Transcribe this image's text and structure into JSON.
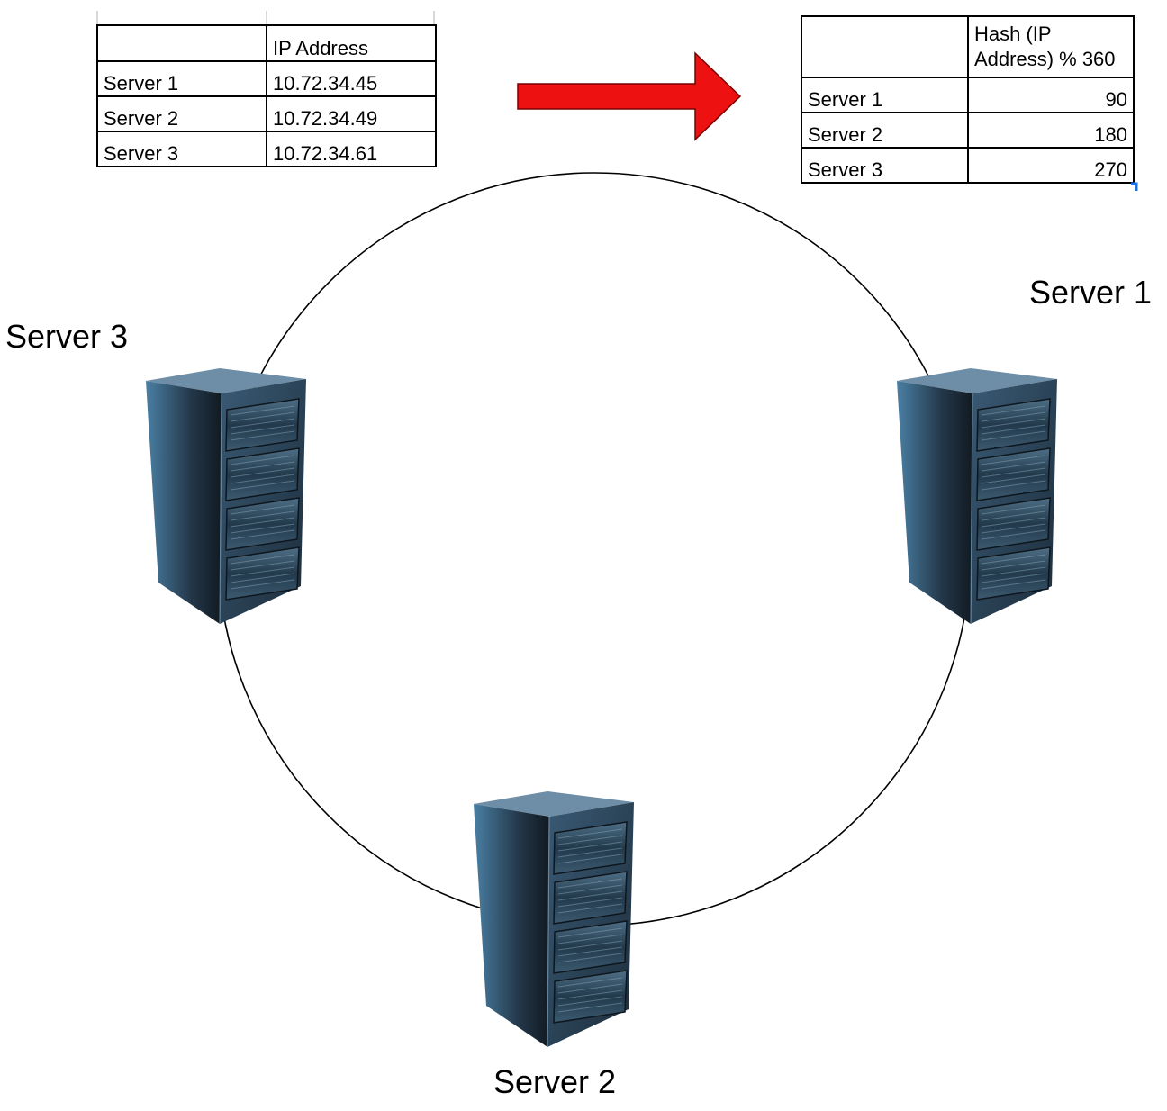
{
  "ip_table": {
    "header": [
      "",
      "IP Address"
    ],
    "rows": [
      {
        "server": "Server 1",
        "ip": "10.72.34.45"
      },
      {
        "server": "Server 2",
        "ip": "10.72.34.49"
      },
      {
        "server": "Server 3",
        "ip": "10.72.34.61"
      }
    ]
  },
  "hash_table": {
    "header": [
      "",
      "Hash (IP Address) % 360"
    ],
    "rows": [
      {
        "server": "Server 1",
        "hash": "90"
      },
      {
        "server": "Server 2",
        "hash": "180"
      },
      {
        "server": "Server 3",
        "hash": "270"
      }
    ]
  },
  "ring": {
    "nodes": [
      {
        "label": "Server 1",
        "angle_deg": 90
      },
      {
        "label": "Server 2",
        "angle_deg": 180
      },
      {
        "label": "Server 3",
        "angle_deg": 270
      }
    ]
  },
  "colors": {
    "arrow": "#ee1111",
    "rack_body": "#1c2c3a",
    "rack_highlight": "#4a7fa3",
    "ring_stroke": "#000000",
    "selection": "#1a73e8"
  },
  "icons": [
    "right-arrow-icon",
    "server-rack-icon"
  ]
}
